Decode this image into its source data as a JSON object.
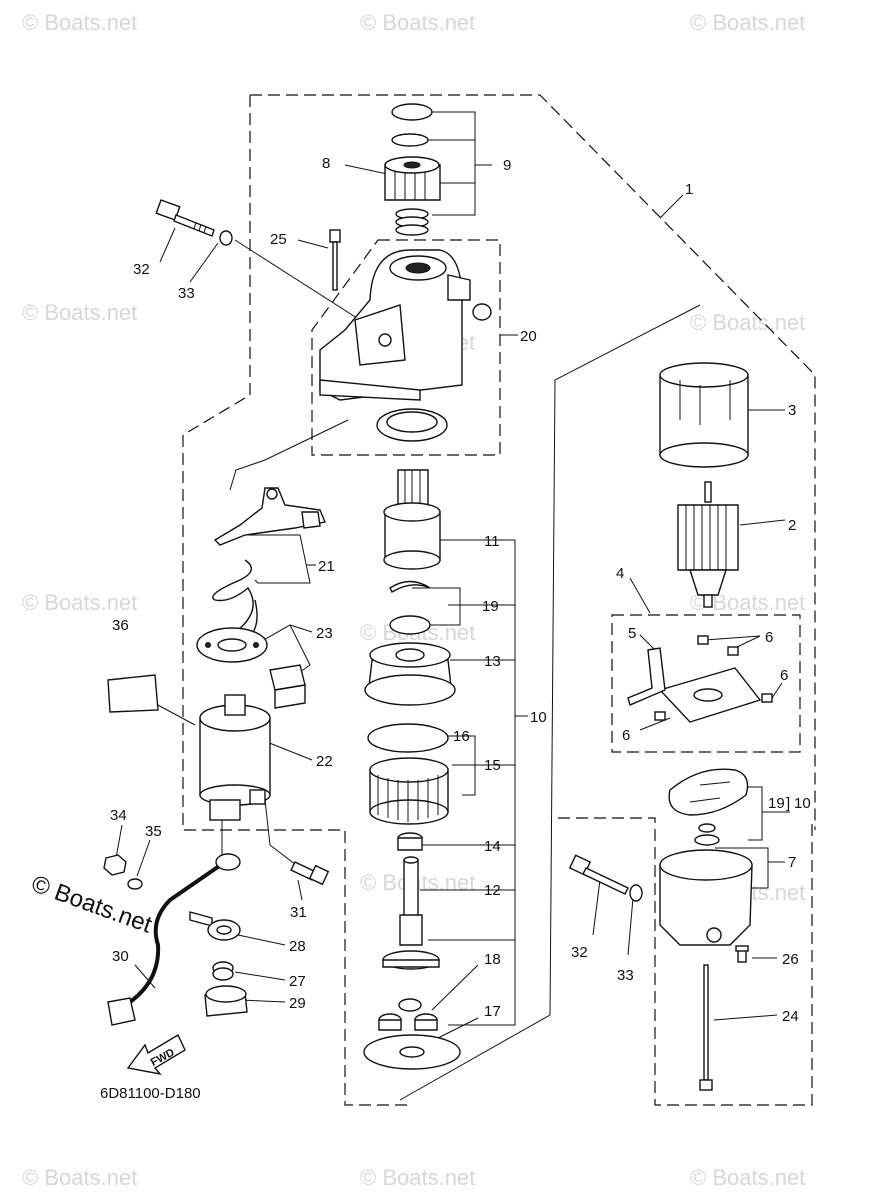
{
  "watermark": "© Boats.net",
  "stamp": "© Boats.net",
  "drawing_code": "6D81100-D180",
  "fwd_arrow": "FWD",
  "callouts": {
    "c1": "1",
    "c2": "2",
    "c3": "3",
    "c4": "4",
    "c5": "5",
    "c6a": "6",
    "c6b": "6",
    "c6c": "6",
    "c7": "7",
    "c8": "8",
    "c9": "9",
    "c10a": "10",
    "c10b": "10",
    "c11": "11",
    "c12": "12",
    "c13": "13",
    "c14": "14",
    "c15": "15",
    "c16": "16",
    "c17": "17",
    "c18": "18",
    "c19a": "19",
    "c19b": "19",
    "c20": "20",
    "c21": "21",
    "c22": "22",
    "c23": "23",
    "c24": "24",
    "c25": "25",
    "c26": "26",
    "c27": "27",
    "c28": "28",
    "c29": "29",
    "c30": "30",
    "c31": "31",
    "c32a": "32",
    "c32b": "32",
    "c33a": "33",
    "c33b": "33",
    "c34": "34",
    "c35": "35",
    "c36": "36"
  }
}
